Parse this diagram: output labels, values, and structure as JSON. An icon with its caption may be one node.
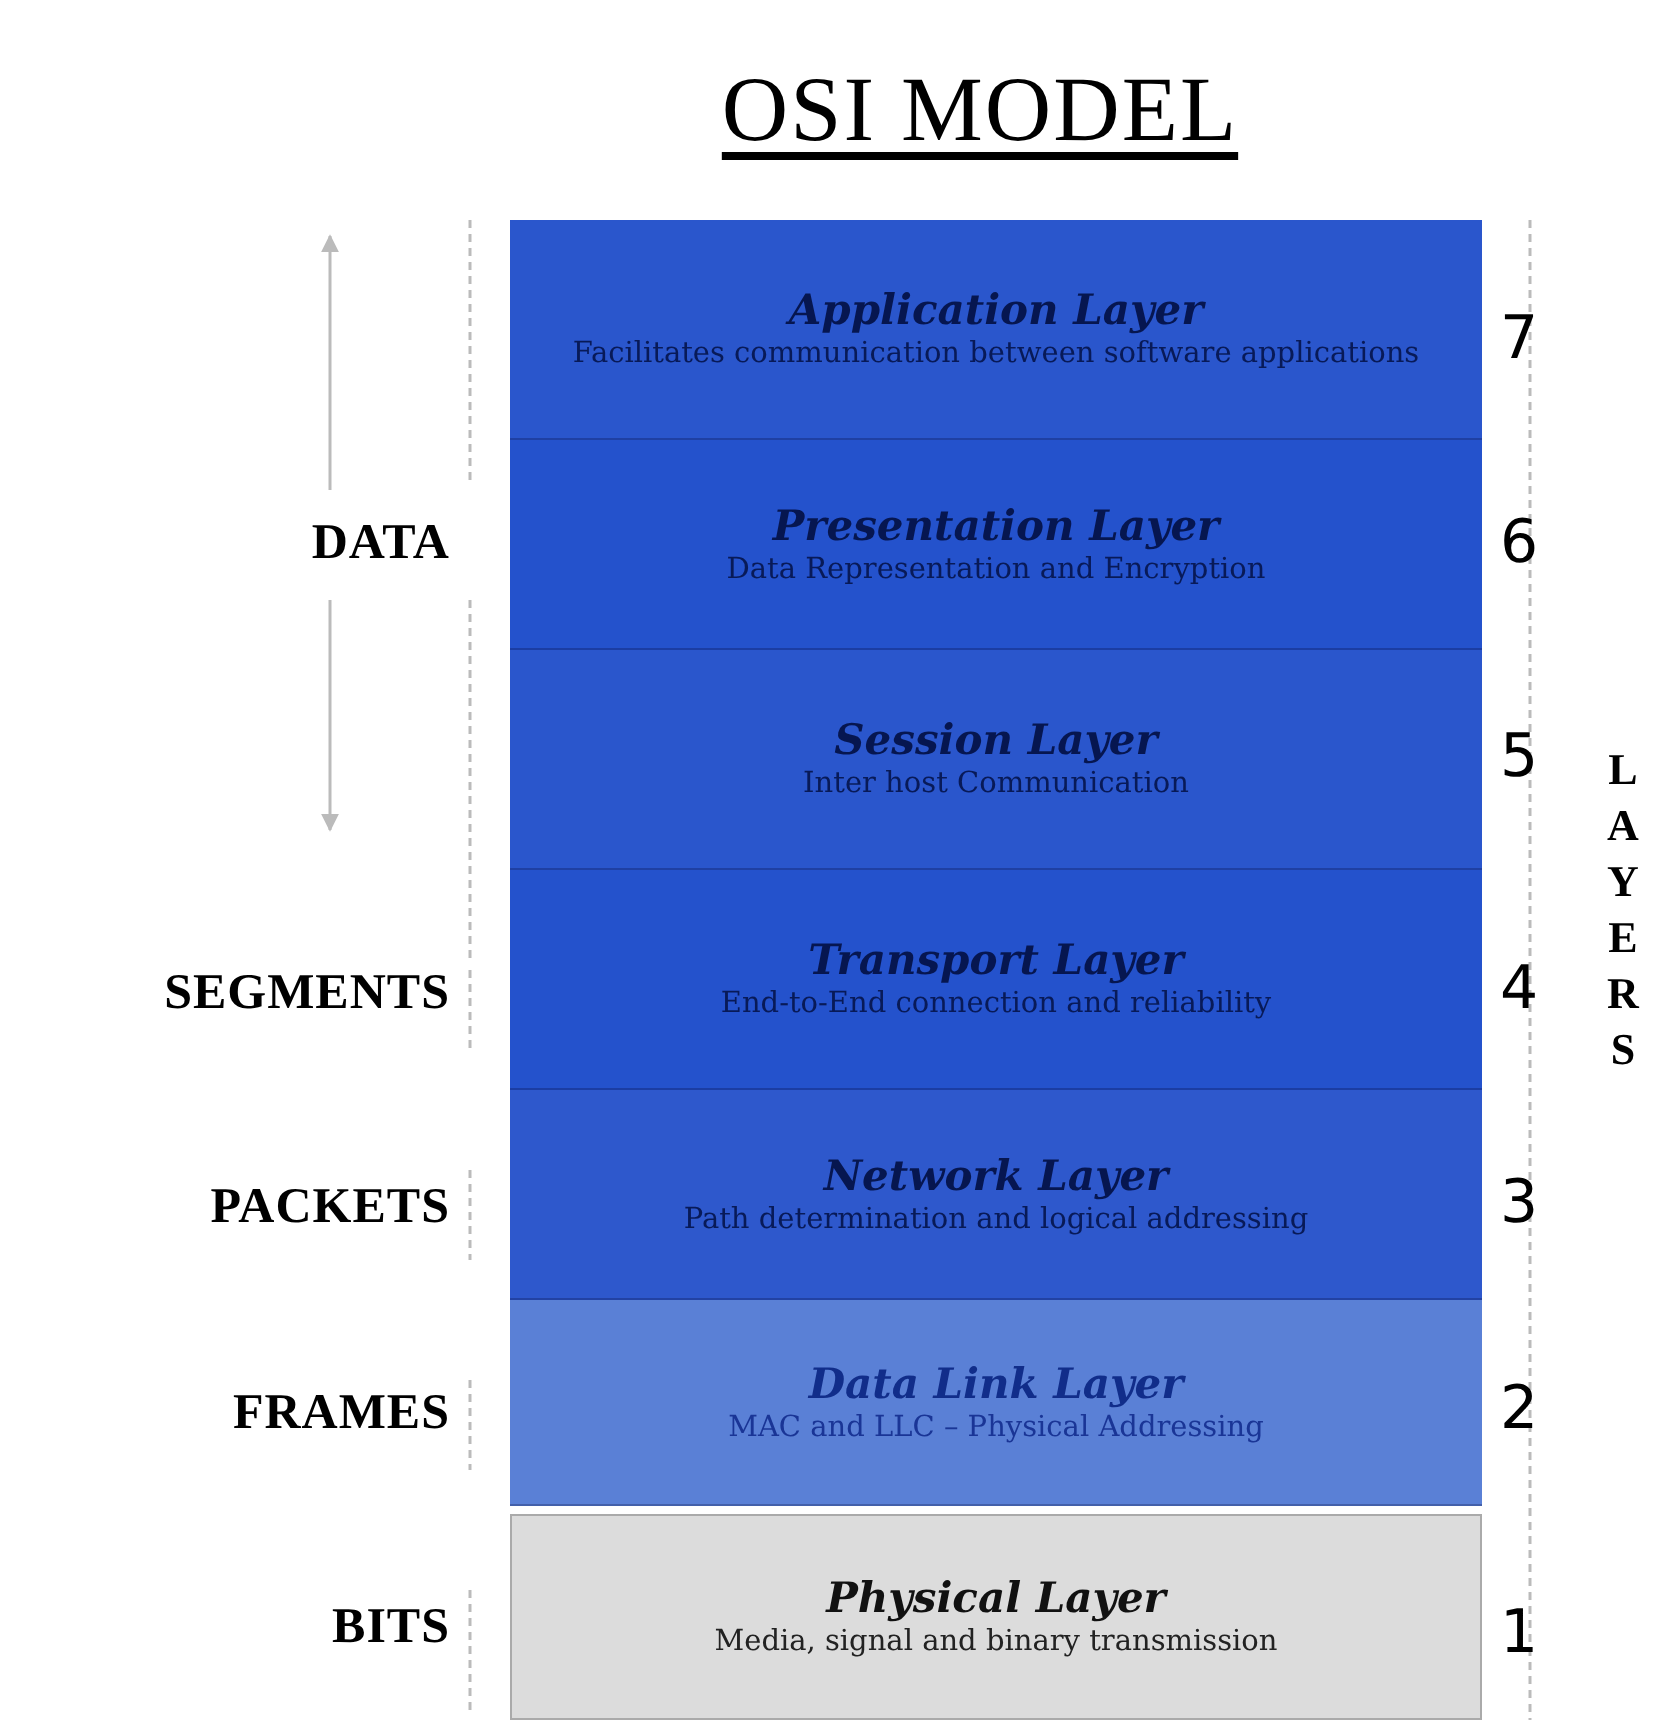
{
  "diagram": {
    "title": "OSI MODEL",
    "nodes": [
      {
        "text": [
          "Application Layer",
          "Facilitates communication between software applications"
        ],
        "beside": [
          "7"
        ]
      },
      {
        "text": [
          "Presentation Layer",
          "Data Representation and Encryption"
        ],
        "beside": [
          "6"
        ]
      },
      {
        "text": [
          "Session Layer",
          "Inter host Communication"
        ],
        "beside": [
          "5"
        ]
      },
      {
        "text": [
          "Transport Layer",
          "End-to-End connection and reliability"
        ],
        "beside": [
          "4"
        ]
      },
      {
        "text": [
          "Network Layer",
          "Path determination and logical addressing"
        ],
        "beside": [
          "3"
        ]
      },
      {
        "text": [
          "Data Link Layer",
          "MAC and LLC – Physical Addressing"
        ],
        "beside": [
          "2"
        ]
      },
      {
        "text": [
          "Physical Layer",
          "Media, signal and binary transmission"
        ],
        "beside": [
          "1"
        ]
      }
    ],
    "labels": [
      "DATA",
      "LAYERS",
      "SEGMENTS",
      "PACKETS",
      "FRAMES",
      "BITS"
    ]
  }
}
